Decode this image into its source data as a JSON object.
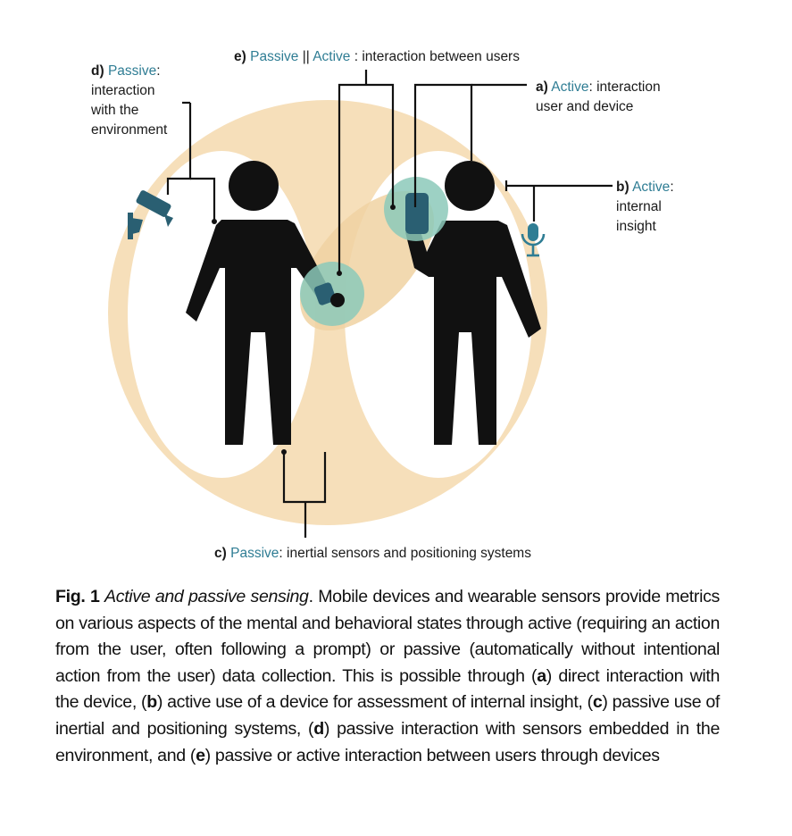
{
  "labels": {
    "a": {
      "letter": "a)",
      "keyword": "Active",
      "line1_rest": ": interaction",
      "line2": "user and device"
    },
    "b": {
      "letter": "b)",
      "keyword": "Active",
      "colon": ":",
      "line2": "internal",
      "line3": "insight"
    },
    "c": {
      "letter": "c)",
      "keyword": "Passive",
      "rest": ": inertial sensors and positioning systems"
    },
    "d": {
      "letter": "d)",
      "keyword": "Passive",
      "colon": ":",
      "line2": "interaction",
      "line3": "with the",
      "line4": "environment"
    },
    "e": {
      "letter": "e)",
      "keyword1": "Passive",
      "sep": " || ",
      "keyword2": "Active",
      "rest": " : interaction between users"
    }
  },
  "caption": {
    "fig_label": "Fig. 1",
    "title": "Active and passive sensing",
    "p1": ". Mobile devices and wearable sensors provide metrics on various aspects of the mental and behavioral states through active (requiring an action from the user, often following a prompt) or passive (automatically without intentional action from the user) data collection. This is possible through (",
    "a": "a",
    "p2": ") direct interaction with the device, (",
    "b": "b",
    "p3": ") active use of a device for assessment of internal insight, (",
    "c": "c",
    "p4": ") passive use of inertial and positioning systems, (",
    "d": "d",
    "p5": ") passive interaction with sensors embedded in the environment, and (",
    "e": "e",
    "p6": ") passive or active interaction between users through devices"
  },
  "colors": {
    "background_ellipse": "#f6dfba",
    "figure_silhouette": "#111111",
    "highlight_teal": "#8cc9ba",
    "device_blue": "#2a5f72",
    "keyword_blue": "#2f7d94"
  },
  "icons": [
    "security-camera-icon",
    "microphone-icon",
    "smartphone-icon",
    "smartwatch-icon"
  ]
}
